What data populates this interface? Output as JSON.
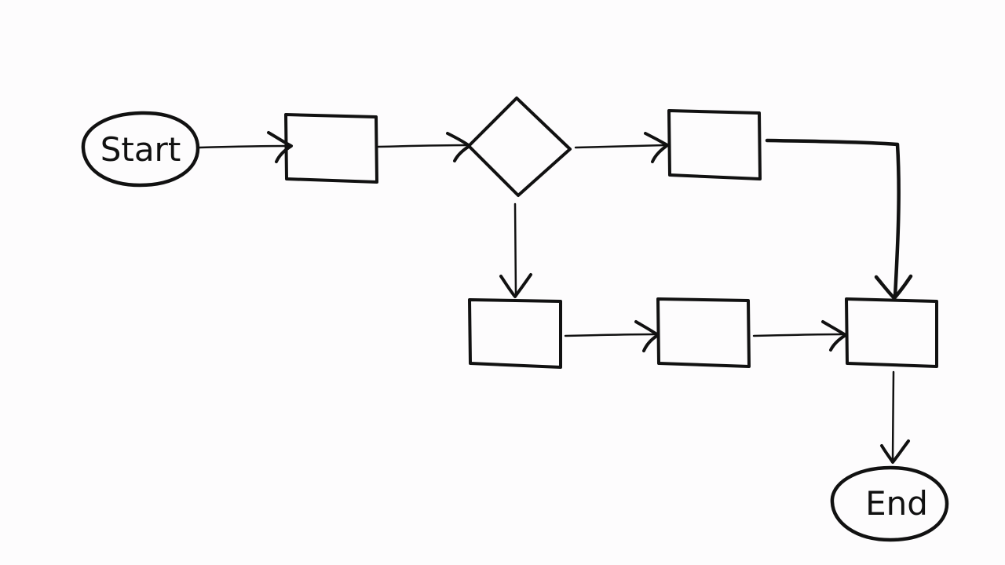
{
  "diagram": {
    "type": "flowchart",
    "style": "hand-drawn",
    "background_color": "#fdfcfd",
    "ink_color": "#111111",
    "nodes": [
      {
        "id": "start",
        "shape": "ellipse",
        "label": "Start"
      },
      {
        "id": "process-1",
        "shape": "rectangle",
        "label": ""
      },
      {
        "id": "decision",
        "shape": "diamond",
        "label": ""
      },
      {
        "id": "process-2",
        "shape": "rectangle",
        "label": ""
      },
      {
        "id": "process-3",
        "shape": "rectangle",
        "label": ""
      },
      {
        "id": "process-4",
        "shape": "rectangle",
        "label": ""
      },
      {
        "id": "process-5",
        "shape": "rectangle",
        "label": ""
      },
      {
        "id": "end",
        "shape": "ellipse",
        "label": "End"
      }
    ],
    "edges": [
      {
        "from": "start",
        "to": "process-1"
      },
      {
        "from": "process-1",
        "to": "decision"
      },
      {
        "from": "decision",
        "to": "process-2"
      },
      {
        "from": "decision",
        "to": "process-3"
      },
      {
        "from": "process-2",
        "to": "process-5"
      },
      {
        "from": "process-3",
        "to": "process-4"
      },
      {
        "from": "process-4",
        "to": "process-5"
      },
      {
        "from": "process-5",
        "to": "end"
      }
    ]
  }
}
